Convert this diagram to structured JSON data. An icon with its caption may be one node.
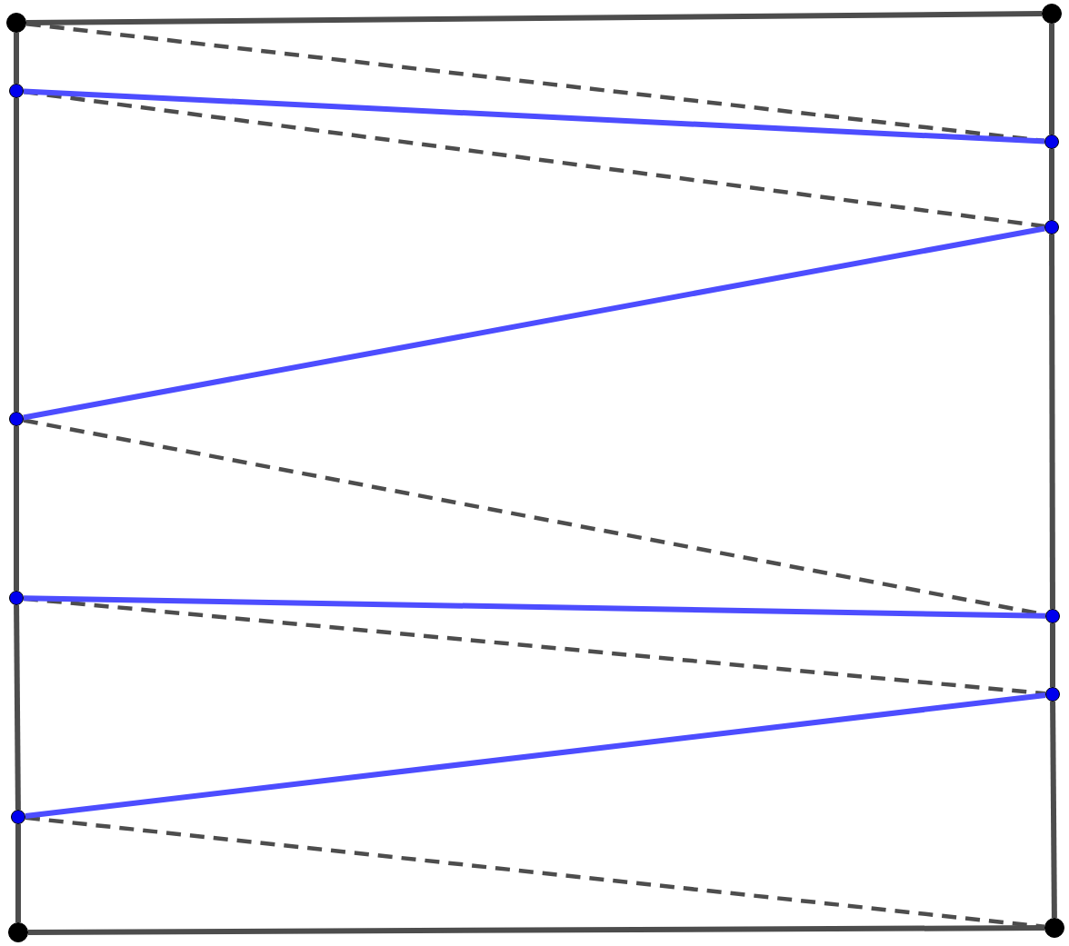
{
  "diagram": {
    "nodes": [
      {
        "text": [],
        "shape": "circle"
      },
      {
        "text": [],
        "shape": "circle"
      },
      {
        "text": [],
        "shape": "circle"
      },
      {
        "text": [],
        "shape": "circle"
      },
      {
        "text": [],
        "shape": "circle"
      },
      {
        "text": [],
        "shape": "circle"
      },
      {
        "text": [],
        "shape": "circle"
      },
      {
        "text": [],
        "shape": "circle"
      },
      {
        "text": [],
        "shape": "circle"
      },
      {
        "text": [],
        "shape": "circle"
      },
      {
        "text": [],
        "shape": "circle"
      },
      {
        "text": [],
        "shape": "circle"
      }
    ],
    "edges": [
      {
        "from": 0,
        "to": 1,
        "arrow": "none"
      },
      {
        "from": 0,
        "to": 2,
        "arrow": "none"
      },
      {
        "from": 2,
        "to": 5,
        "arrow": "none"
      },
      {
        "from": 5,
        "to": 6,
        "arrow": "none"
      },
      {
        "from": 6,
        "to": 9,
        "arrow": "none"
      },
      {
        "from": 9,
        "to": 10,
        "arrow": "none"
      },
      {
        "from": 1,
        "to": 3,
        "arrow": "none"
      },
      {
        "from": 3,
        "to": 4,
        "arrow": "none"
      },
      {
        "from": 4,
        "to": 7,
        "arrow": "none"
      },
      {
        "from": 7,
        "to": 8,
        "arrow": "none"
      },
      {
        "from": 8,
        "to": 11,
        "arrow": "none"
      },
      {
        "from": 10,
        "to": 11,
        "arrow": "none"
      },
      {
        "from": 0,
        "to": 3,
        "arrow": "none",
        "style": "dashed"
      },
      {
        "from": 2,
        "to": 4,
        "arrow": "none",
        "style": "dashed"
      },
      {
        "from": 5,
        "to": 7,
        "arrow": "none",
        "style": "dashed"
      },
      {
        "from": 6,
        "to": 8,
        "arrow": "none",
        "style": "dashed"
      },
      {
        "from": 9,
        "to": 11,
        "arrow": "none",
        "style": "dashed"
      },
      {
        "from": 2,
        "to": 3,
        "arrow": "none",
        "color": "#4d4dff"
      },
      {
        "from": 4,
        "to": 5,
        "arrow": "none",
        "color": "#4d4dff"
      },
      {
        "from": 6,
        "to": 7,
        "arrow": "none",
        "color": "#4d4dff"
      },
      {
        "from": 8,
        "to": 9,
        "arrow": "none",
        "color": "#4d4dff"
      }
    ]
  }
}
